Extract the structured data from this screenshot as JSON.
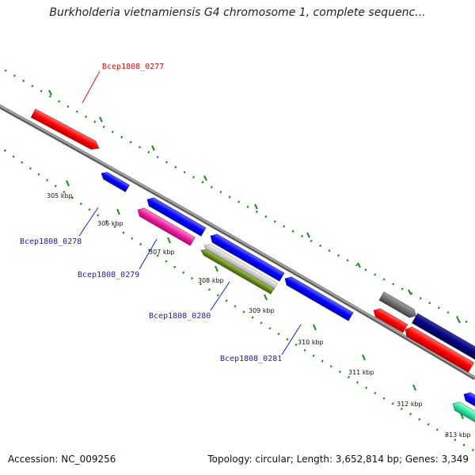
{
  "title": "Burkholderia vietnamiensis G4 chromosome 1, complete sequenc...",
  "accession_label": "Accession: NC_009256",
  "summary": "Topology: circular; Length: 3,652,814 bp; Genes: 3,349",
  "ticks": [
    "305 kbp",
    "306 kbp",
    "307 kbp",
    "308 kbp",
    "309 kbp",
    "310 kbp",
    "311 kbp",
    "312 kbp",
    "313 kbp"
  ],
  "gene_labels": [
    "Bcep1808_0277",
    "Bcep1808_0278",
    "Bcep1808_0279",
    "Bcep1808_0280",
    "Bcep1808_0281"
  ],
  "colors": {
    "backbone": "#888888",
    "tick": "#1a8a1a",
    "label_forward": "#d41414",
    "label_reverse": "#1a1acc"
  }
}
